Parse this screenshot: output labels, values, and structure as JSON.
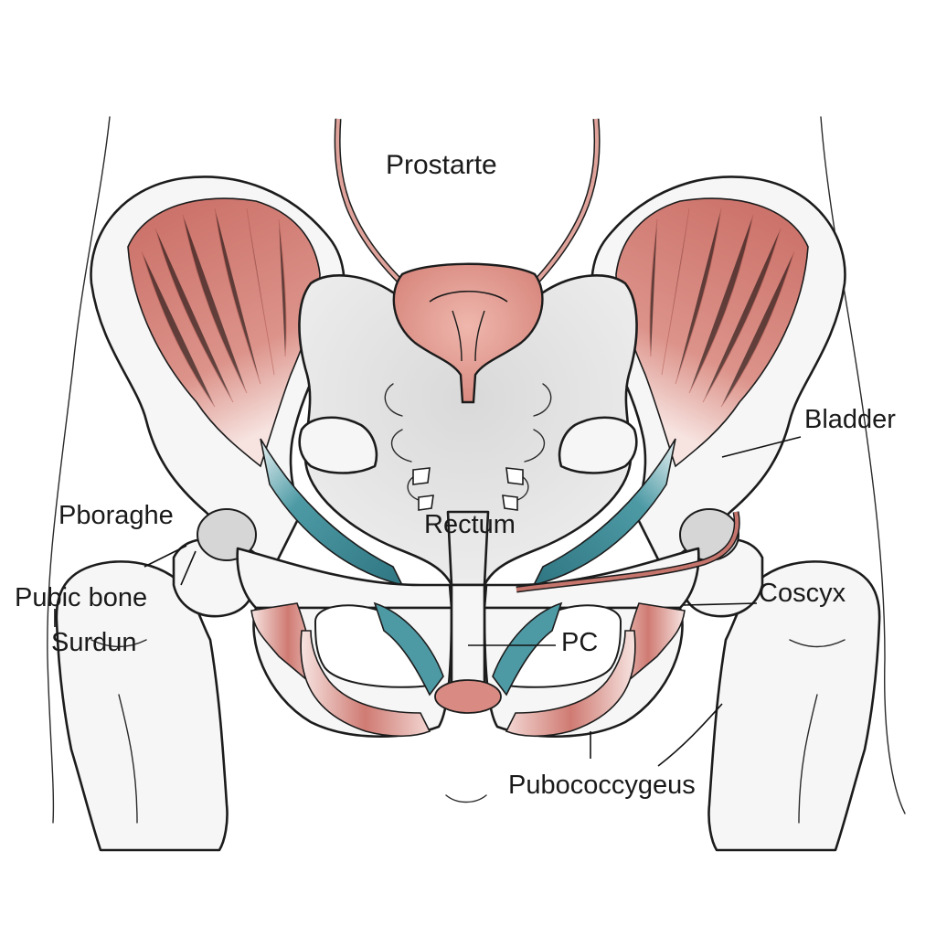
{
  "labels": {
    "prostate": "Prostarte",
    "bladder": "Bladder",
    "rectum": "Rectum",
    "pboraghe": "Pboraghe",
    "pubic_bone": "Pubic bone",
    "surdun": "Surdun",
    "coccyx": "Coscyx",
    "pc": "PC",
    "pubococcygeus": "Pubococcygeus"
  },
  "colors": {
    "muscle": "#d98a82",
    "muscle_dark": "#b85f58",
    "tendon_teal": "#3e8a96",
    "bone": "#f6f6f6",
    "sacrum": "#e2e2e2",
    "outline": "#1c1c1c"
  }
}
